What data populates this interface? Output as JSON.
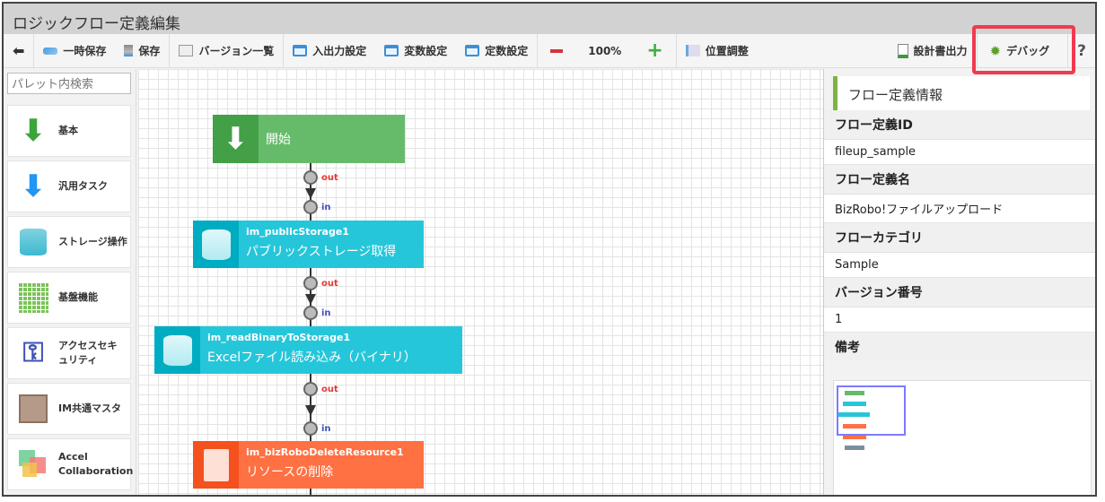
{
  "window": {
    "title": "ロジックフロー定義編集"
  },
  "toolbar": {
    "back": "back",
    "temp_save": "一時保存",
    "save": "保存",
    "versions": "バージョン一覧",
    "io_settings": "入出力設定",
    "var_settings": "変数設定",
    "const_settings": "定数設定",
    "zoom": "100%",
    "align": "位置調整",
    "export_doc": "設計書出力",
    "debug": "デバッグ",
    "help": "?"
  },
  "palette": {
    "search_placeholder": "パレット内検索",
    "items": [
      {
        "label": "基本"
      },
      {
        "label": "汎用タスク"
      },
      {
        "label": "ストレージ操作"
      },
      {
        "label": "基盤機能"
      },
      {
        "label": "アクセスセキュリティ"
      },
      {
        "label": "IM共通マスタ"
      },
      {
        "label": "Accel Collaboration"
      }
    ]
  },
  "flow": {
    "nodes": [
      {
        "label": "開始",
        "color": "#66bb6a"
      },
      {
        "id": "im_publicStorage1",
        "label": "パブリックストレージ取得",
        "color": "#26c6da"
      },
      {
        "id": "im_readBinaryToStorage1",
        "label": "Excelファイル読み込み（バイナリ）",
        "color": "#26c6da"
      },
      {
        "id": "im_bizRoboDeleteResource1",
        "label": "リソースの削除",
        "color": "#ff7043"
      }
    ],
    "out_label": "out",
    "in_label": "in"
  },
  "properties": {
    "header": "フロー定義情報",
    "fields": [
      {
        "key": "フロー定義ID",
        "value": "fileup_sample"
      },
      {
        "key": "フロー定義名",
        "value": "BizRobo!ファイルアップロード"
      },
      {
        "key": "フローカテゴリ",
        "value": "Sample"
      },
      {
        "key": "バージョン番号",
        "value": "1"
      },
      {
        "key": "備考",
        "value": ""
      }
    ]
  }
}
